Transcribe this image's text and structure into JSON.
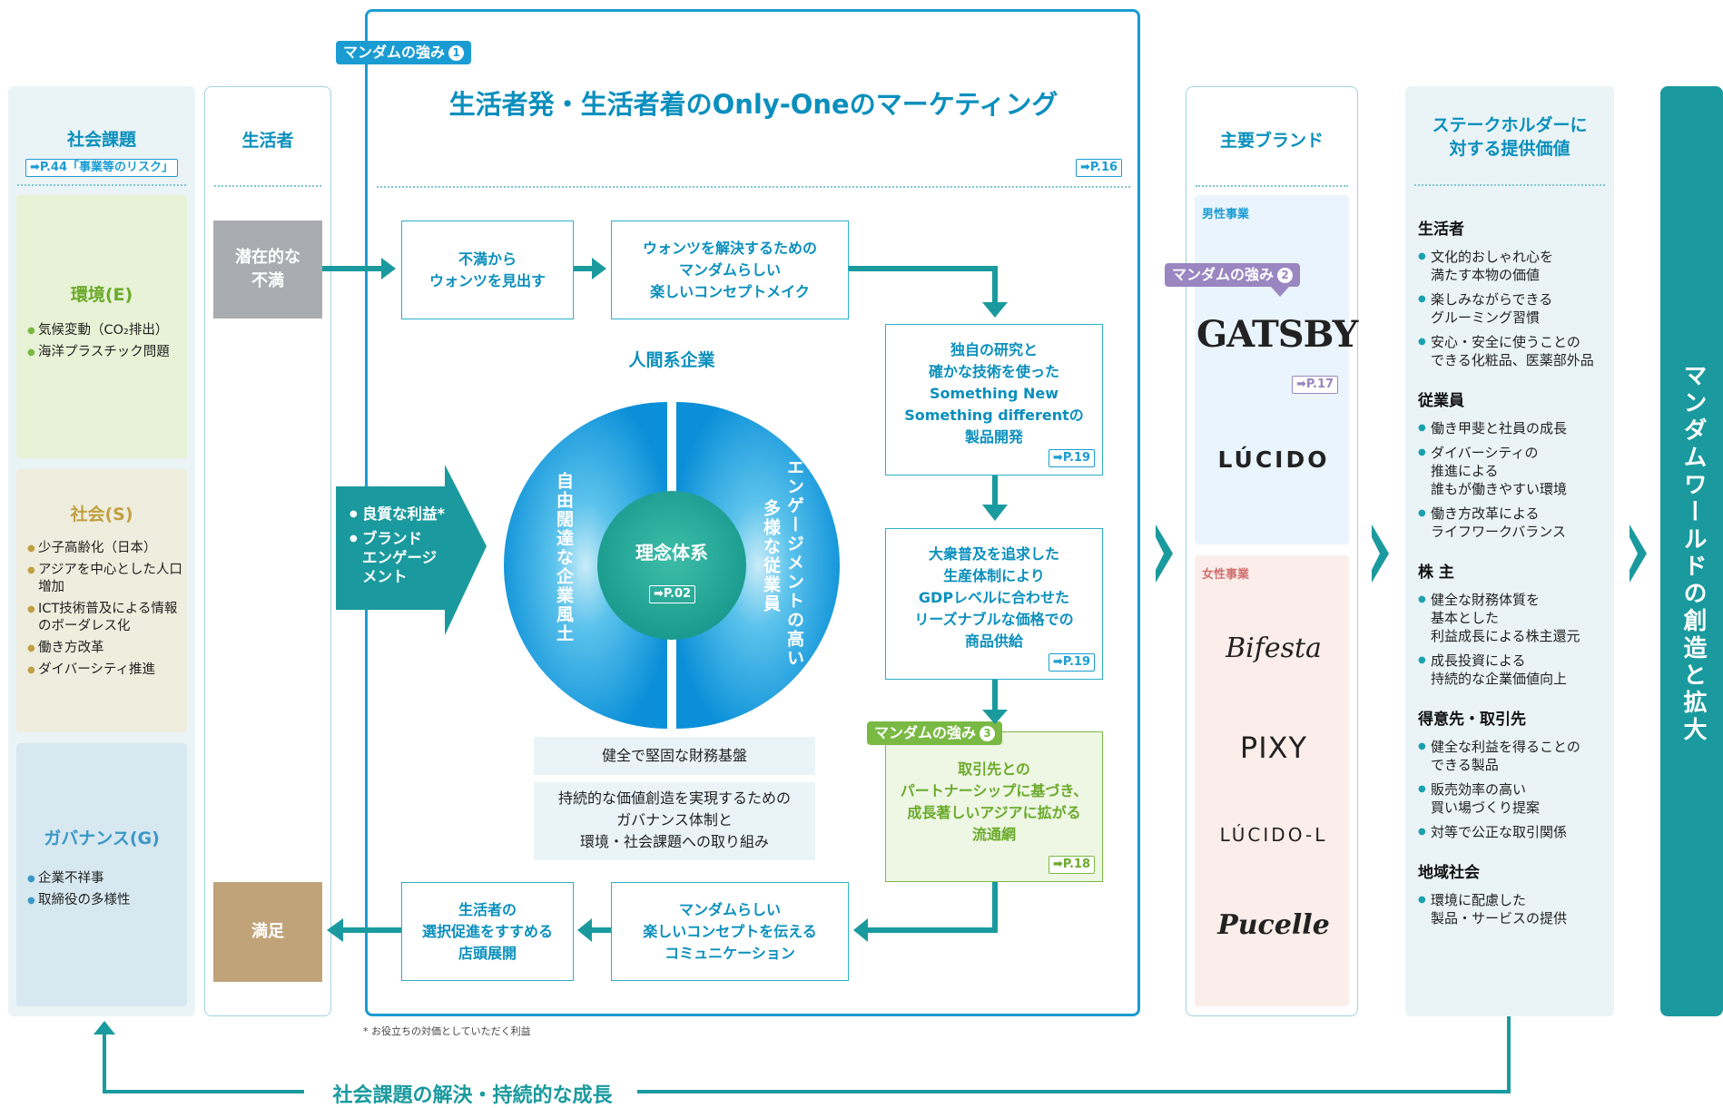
{
  "social_issues": {
    "title": "社会課題",
    "ref": "➡P.44「事業等のリスク」",
    "categories": [
      {
        "title": "環境(E)",
        "items": [
          "気候変動（CO₂排出）",
          "海洋プラスチック問題"
        ]
      },
      {
        "title": "社会(S)",
        "items": [
          "少子高齢化（日本）",
          "アジアを中心とした人口増加",
          "ICT技術普及による情報のボーダレス化",
          "働き方改革",
          "ダイバーシティ推進"
        ]
      },
      {
        "title": "ガバナンス(G)",
        "items": [
          "企業不祥事",
          "取締役の多様性"
        ]
      }
    ]
  },
  "consumer": {
    "title": "生活者",
    "top_box": "潜在的な\n不満",
    "bottom_box": "満足"
  },
  "strength1": {
    "tag": "マンダムの強み",
    "num": "1",
    "title": "生活者発・生活者着のOnly-Oneのマーケティング",
    "ref": "➡P.16"
  },
  "flow": {
    "step1": "不満から\nウォンツを見出す",
    "step2": "ウォンツを解決するための\nマンダムらしい\n楽しいコンセプトメイク",
    "step3": "独自の研究と\n確かな技術を使った\nSomething New\nSomething differentの\n製品開発",
    "step3_ref": "➡P.19",
    "step4": "大衆普及を追求した\n生産体制により\nGDPレベルに合わせた\nリーズナブルな価格での\n商品供給",
    "step4_ref": "➡P.19",
    "step5": "取引先との\nパートナーシップに基づき、\n成長著しいアジアに拡がる\n流通網",
    "step5_ref": "➡P.18",
    "step6": "マンダムらしい\n楽しいコンセプトを伝える\nコミュニケーション",
    "step7": "生活者の\n選択促進をすすめる\n店頭展開"
  },
  "strength3": {
    "tag": "マンダムの強み",
    "num": "3"
  },
  "human_company": {
    "title": "人間系企業",
    "center": "理念体系",
    "center_ref": "➡P.02",
    "left_half": "自由闊達な企業風土",
    "right_half_1": "エンゲージメントの高い",
    "right_half_2": "多様な従業員"
  },
  "profit_arrow": {
    "items": [
      "良質な利益*",
      "ブランド\nエンゲージ\nメント"
    ]
  },
  "foundation": {
    "box1": "健全で堅固な財務基盤",
    "box2": "持続的な価値創造を実現するための\nガバナンス体制と\n環境・社会課題への取り組み"
  },
  "footnote": "* お役立ちの対価としていただく利益",
  "brands": {
    "title": "主要ブランド",
    "men_label": "男性事業",
    "women_label": "女性事業",
    "strength2_tag": "マンダムの強み",
    "strength2_num": "2",
    "ref": "➡P.17",
    "men": [
      "GATSBY",
      "LÚCIDO"
    ],
    "women": [
      "Bifesta",
      "PIXY",
      "LÚCIDO-L",
      "Pucelle"
    ]
  },
  "stakeholders": {
    "title": "ステークホルダーに\n対する提供価値",
    "groups": [
      {
        "title": "生活者",
        "items": [
          "文化的おしゃれ心を\n満たす本物の価値",
          "楽しみながらできる\nグルーミング習慣",
          "安心・安全に使うことの\nできる化粧品、医薬部外品"
        ]
      },
      {
        "title": "従業員",
        "items": [
          "働き甲斐と社員の成長",
          "ダイバーシティの\n推進による\n誰もが働きやすい環境",
          "働き方改革による\nライフワークバランス"
        ]
      },
      {
        "title": "株 主",
        "items": [
          "健全な財務体質を\n基本とした\n利益成長による株主還元",
          "成長投資による\n持続的な企業価値向上"
        ]
      },
      {
        "title": "得意先・取引先",
        "items": [
          "健全な利益を得ることの\nできる製品",
          "販売効率の高い\n買い場づくり提案",
          "対等で公正な取引関係"
        ]
      },
      {
        "title": "地域社会",
        "items": [
          "環境に配慮した\n製品・サービスの提供"
        ]
      }
    ]
  },
  "mandom_world": "マンダムワールドの創造と拡大",
  "bottom_loop": "社会課題の解決・持続的な成長",
  "colors": {
    "teal": "#1a9a9e",
    "blue": "#0a8fbd",
    "purple": "#9a86c1",
    "green": "#79b944",
    "gray": "#a9acb0",
    "tan": "#c1a37a"
  }
}
